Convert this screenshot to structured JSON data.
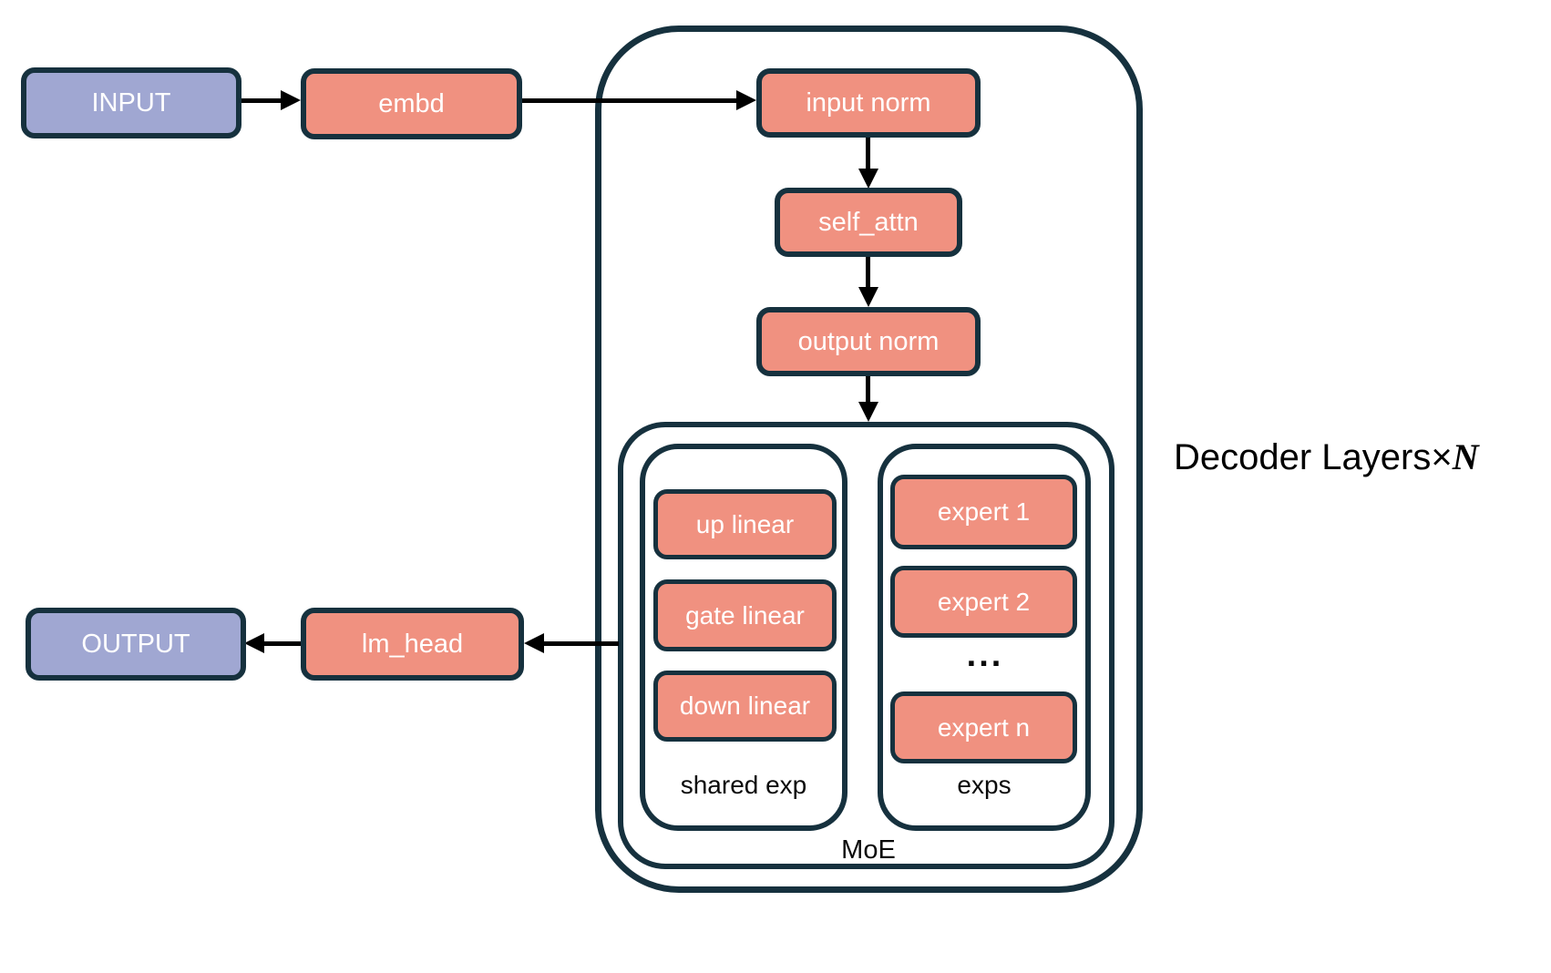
{
  "colors": {
    "node_fill": "#f09180",
    "io_fill": "#a0a7d2",
    "outline": "#16313e",
    "arrow": "#000000",
    "node_text": "#ffffff",
    "label_text": "#0a0a0a"
  },
  "nodes": {
    "input": "INPUT",
    "embd": "embd",
    "input_norm": "input norm",
    "self_attn": "self_attn",
    "output_norm": "output norm",
    "up_linear": "up linear",
    "gate_linear": "gate linear",
    "down_linear": "down linear",
    "expert_1": "expert 1",
    "expert_2": "expert 2",
    "expert_n": "expert n",
    "lm_head": "lm_head",
    "output": "OUTPUT"
  },
  "labels": {
    "shared_exp": "shared exp",
    "exps": "exps",
    "moe": "MoE",
    "experts_ellipsis": "...",
    "decoder_layers_prefix": "Decoder Layers×",
    "decoder_layers_var": "N"
  }
}
